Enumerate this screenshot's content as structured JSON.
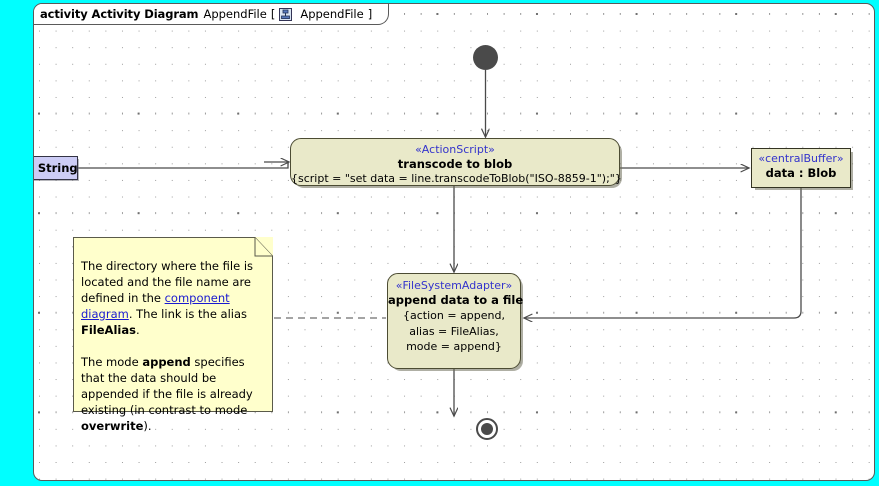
{
  "frame": {
    "keyword": "activity Activity Diagram",
    "name": "AppendFile",
    "bracket_open": "[",
    "bracket_close": "]",
    "ref_label": "AppendFile",
    "icon": "activity-diagram-icon"
  },
  "pin": {
    "label": "line : String",
    "fill": "#ccccf5"
  },
  "nodes": {
    "transcode": {
      "stereotype": "«ActionScript»",
      "name": "transcode to blob",
      "body": "{script = \"set data = line.transcodeToBlob(\"ISO-8859-1\");\"}",
      "fill": "#e9e9c9"
    },
    "append": {
      "stereotype": "«FileSystemAdapter»",
      "name": "append data to a file",
      "body_line1": "{action = append,",
      "body_line2": "alias = FileAlias,",
      "body_line3": "mode = append}",
      "fill": "#e9e9c9"
    },
    "buffer": {
      "stereotype": "«centralBuffer»",
      "name": "data : Blob",
      "fill": "#e9e9c9"
    },
    "initial": {
      "name": "initial-node"
    },
    "final": {
      "name": "activity-final-node"
    }
  },
  "note": {
    "p1_a": "The directory where the file is located and the file name are defined in the ",
    "p1_link": "component diagram",
    "p1_b": ". The link is the alias ",
    "p1_bold": "FileAlias",
    "p1_c": ".",
    "p2_a": "The mode ",
    "p2_bold1": "append",
    "p2_b": " specifies that the data should be appended if the file is already existing (in contrast to mode ",
    "p2_bold2": "overwrite",
    "p2_c": ").",
    "fill": "#ffffcc"
  },
  "colors": {
    "page_background": "#00ffff",
    "canvas": "#ffffff",
    "node_fill": "#e9e9c9",
    "pin_fill": "#ccccf5",
    "note_fill": "#ffffcc",
    "stereotype_text": "#3333cc",
    "edge": "#4a4a4a",
    "link_text": "#1a1ad0"
  }
}
